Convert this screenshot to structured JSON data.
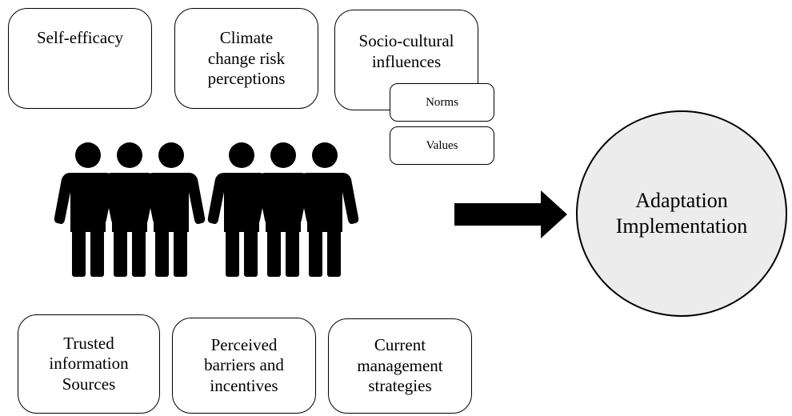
{
  "factors_top": {
    "self_efficacy": "Self-efficacy",
    "risk_perceptions": "Climate\nchange risk\nperceptions",
    "socio_cultural": "Socio-cultural\ninfluences",
    "norms": "Norms",
    "values": "Values"
  },
  "factors_bottom": {
    "trusted_sources": "Trusted\ninformation\nSources",
    "barriers_incentives": "Perceived\nbarriers and\nincentives",
    "management_strategies": "Current\nmanagement\nstrategies"
  },
  "outcome": {
    "label": "Adaptation\nImplementation"
  },
  "icons": {
    "people": "people-group-icon",
    "arrow": "right-arrow-icon"
  }
}
